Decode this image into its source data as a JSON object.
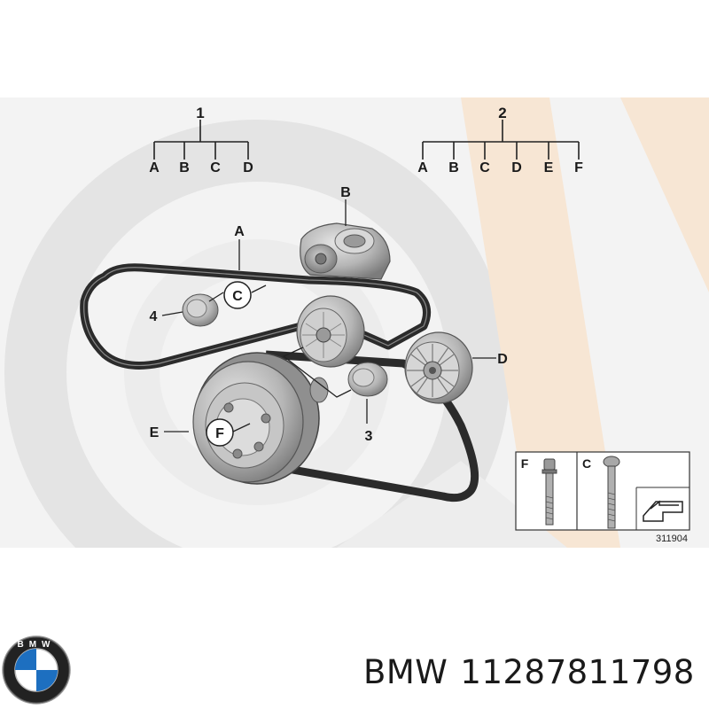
{
  "diagram": {
    "groups": [
      {
        "number": "1",
        "letters": [
          "A",
          "B",
          "C",
          "D"
        ]
      },
      {
        "number": "2",
        "letters": [
          "A",
          "B",
          "C",
          "D",
          "E",
          "F"
        ]
      }
    ],
    "callouts": {
      "belt": "A",
      "tensioner": "B",
      "bolt_c": "C",
      "idler_pulley": "D",
      "vibration_damper": "E",
      "bolt_f": "F",
      "cap_3": "3",
      "cap_4": "4"
    },
    "detail_box": {
      "left_label": "F",
      "right_label": "C",
      "part_id": "311904"
    }
  },
  "caption": {
    "brand": "BMW",
    "part_number": "11287811798"
  },
  "colors": {
    "watermark_gray": "#e9e9e9",
    "watermark_peach": "#f8e7d6",
    "belt": "#2b2b2b",
    "metal": "#b8b8b8"
  },
  "logo": {
    "text": "BMW"
  }
}
